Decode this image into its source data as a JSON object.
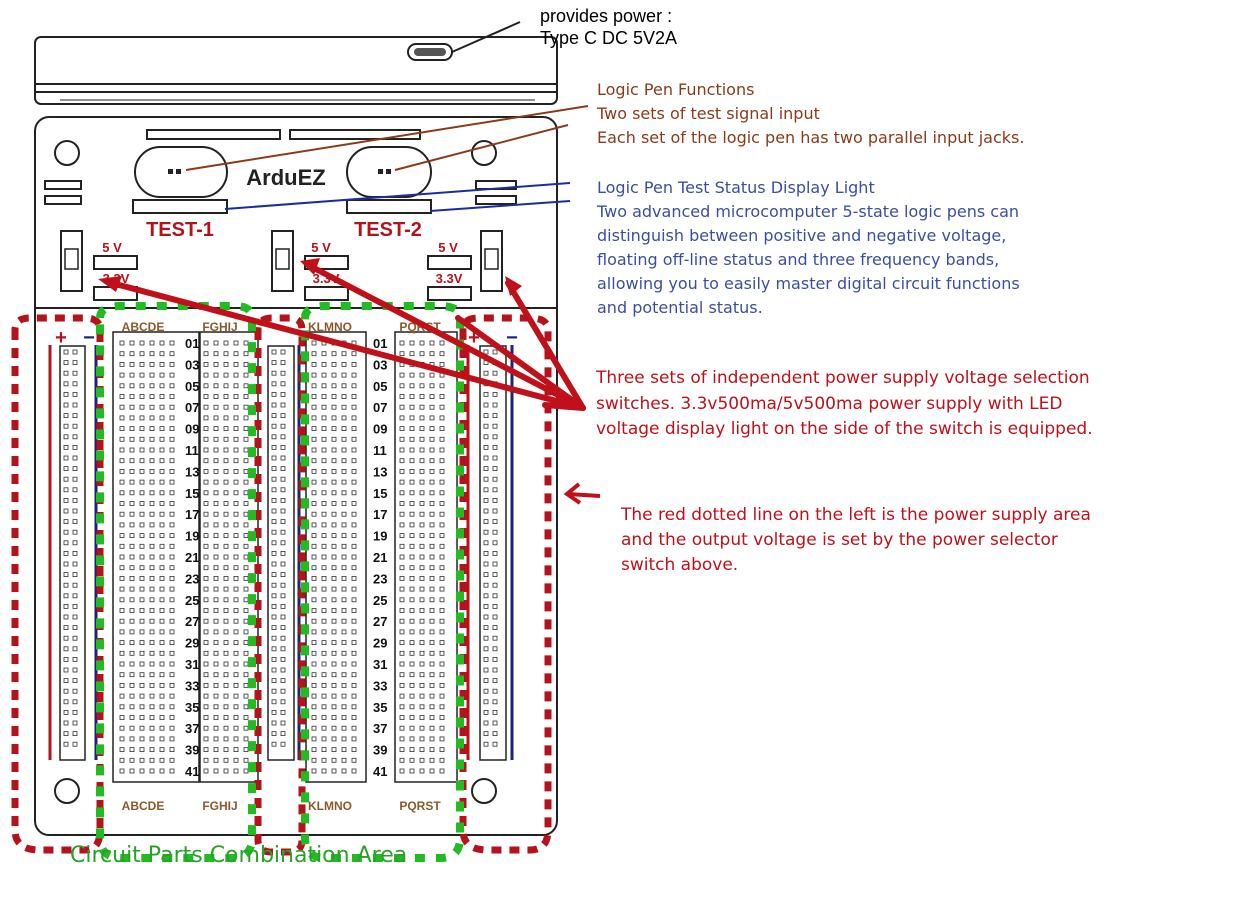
{
  "labels": {
    "brand": "ArduEZ",
    "test1": "TEST-1",
    "test2": "TEST-2",
    "v5": "5 V",
    "v33": "3.3V",
    "plus": "+",
    "minus": "−",
    "cols_left_a": "ABCDE",
    "cols_left_b": "FGHIJ",
    "cols_right_a": "KLMNO",
    "cols_right_b": "PQRST",
    "row_numbers": [
      "01",
      "03",
      "05",
      "07",
      "09",
      "11",
      "13",
      "15",
      "17",
      "19",
      "21",
      "23",
      "25",
      "27",
      "29",
      "31",
      "33",
      "35",
      "37",
      "39",
      "41"
    ]
  },
  "annotations": {
    "power": [
      "provides power :",
      "Type C DC 5V2A"
    ],
    "logic_pen": [
      "Logic Pen Functions",
      "Two sets of test signal input",
      "Each set of the logic pen has two parallel input jacks."
    ],
    "status_light": [
      "Logic Pen Test Status Display Light",
      "Two advanced microcomputer 5-state logic pens can",
      "distinguish between positive and negative voltage,",
      "floating off-line status and three frequency bands,",
      "allowing you to easily master digital circuit functions",
      "and potential status."
    ],
    "switches": [
      "Three sets of independent power supply voltage selection",
      "switches. 3.3v500ma/5v500ma power supply with LED",
      "voltage display light on the side of the switch is equipped."
    ],
    "power_area": "The red dotted line on the left is the power supply area and the output voltage is set by the power selector switch above.",
    "circuit_area": "Circuit Parts Combination Area"
  },
  "colors": {
    "power_text": "#000000",
    "logic_pen": "#8b3a1a",
    "status_light": "#3b4fa0",
    "red": "#c0101a",
    "green": "#2aa12a",
    "board_red": "#b5121b",
    "dotted_red": "#b5121b",
    "dotted_green": "#22bb22",
    "rail_blue": "#1a237e"
  }
}
